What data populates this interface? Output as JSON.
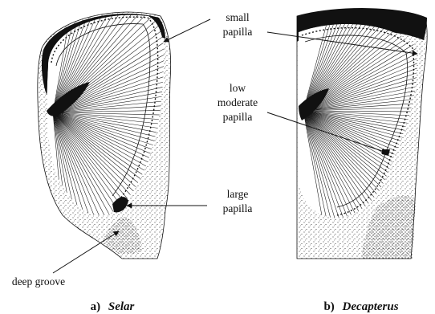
{
  "figure": {
    "panels": [
      {
        "id": "a",
        "letter": "a)",
        "species": "Selar"
      },
      {
        "id": "b",
        "letter": "b)",
        "species": "Decapterus"
      }
    ],
    "labels": {
      "small_papilla": [
        "small",
        "papilla"
      ],
      "low_moderate_papilla": [
        "low",
        "moderate",
        "papilla"
      ],
      "large_papilla": [
        "large",
        "papilla"
      ],
      "deep_groove": "deep groove"
    },
    "colors": {
      "ink": "#111111",
      "background": "#ffffff"
    }
  }
}
